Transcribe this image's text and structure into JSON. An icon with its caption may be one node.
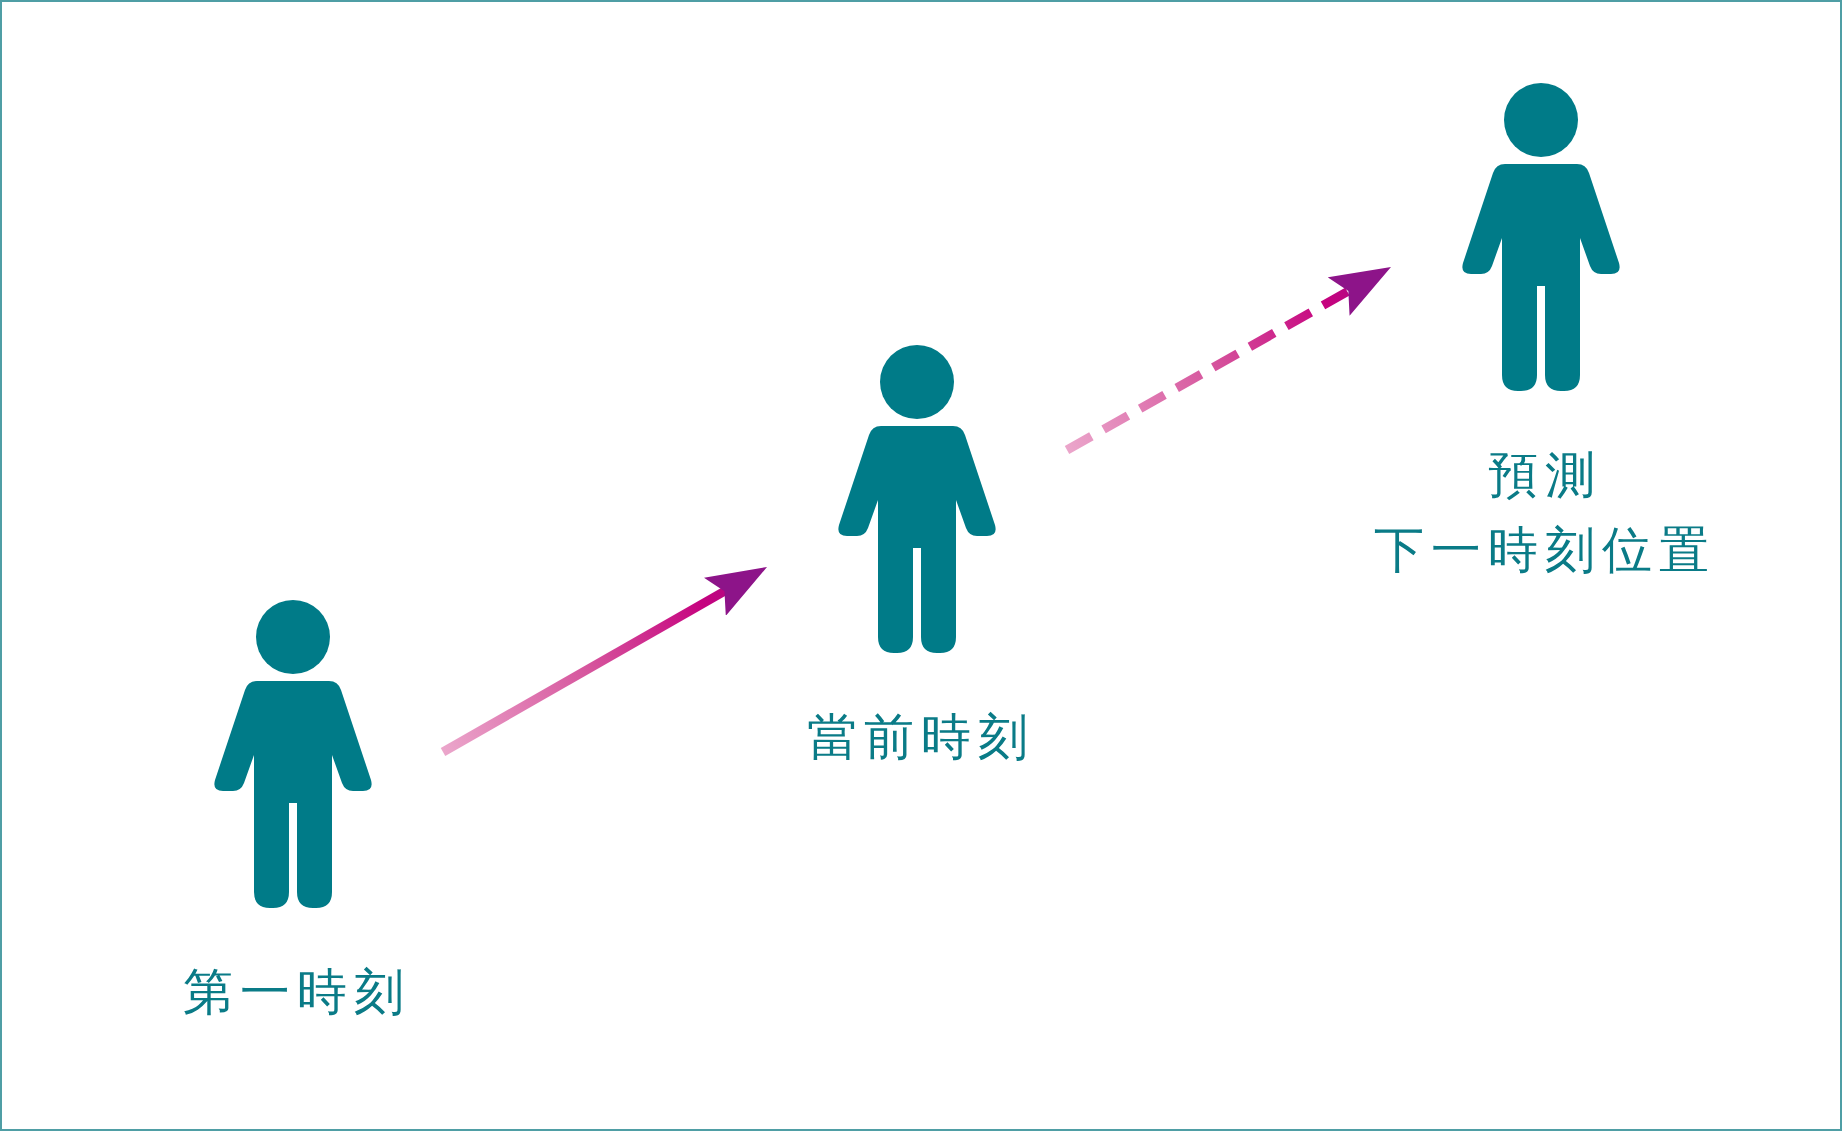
{
  "diagram": {
    "nodes": [
      {
        "text": [
          "第一時刻"
        ]
      },
      {
        "text": [
          "當前時刻"
        ]
      },
      {
        "text": [
          "預測",
          "下一時刻位置"
        ]
      }
    ],
    "edges": [
      {
        "from": 0,
        "to": 1,
        "arrow": "to"
      },
      {
        "from": 1,
        "to": 2,
        "arrow": "to",
        "style": "dashed"
      }
    ]
  }
}
